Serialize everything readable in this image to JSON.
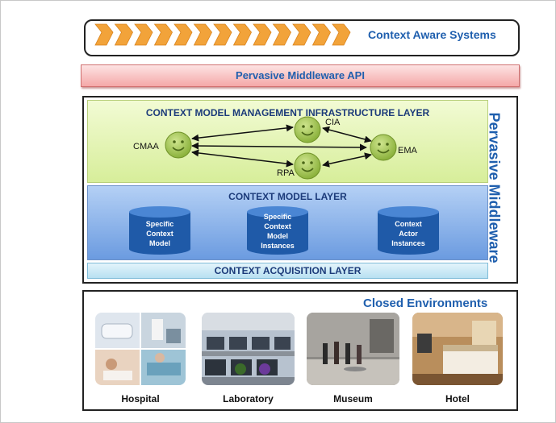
{
  "top": {
    "title": "Context Aware Systems",
    "chevron_count": 13
  },
  "api": {
    "label": "Pervasive Middleware API"
  },
  "middleware": {
    "vertical_label": "Pervasive Middleware",
    "cmmi": {
      "title": "CONTEXT MODEL MANAGEMENT INFRASTRUCTURE LAYER",
      "agents": {
        "cmaa": "CMAA",
        "cia": "CIA",
        "ema": "EMA",
        "rpa": "RPA"
      }
    },
    "cml": {
      "title": "CONTEXT MODEL LAYER",
      "stores": [
        [
          "Specific",
          "Context",
          "Model"
        ],
        [
          "Specific",
          "Context",
          "Model",
          "Instances"
        ],
        [
          "Context",
          "Actor",
          "Instances"
        ]
      ]
    },
    "cal": {
      "title": "CONTEXT ACQUISITION LAYER"
    }
  },
  "environments": {
    "title": "Closed Environments",
    "items": [
      "Hospital",
      "Laboratory",
      "Museum",
      "Hotel"
    ]
  },
  "colors": {
    "accent_blue": "#1f5fae",
    "chevron_orange": "#f2a33a",
    "agent_green": "#9cc24a"
  }
}
